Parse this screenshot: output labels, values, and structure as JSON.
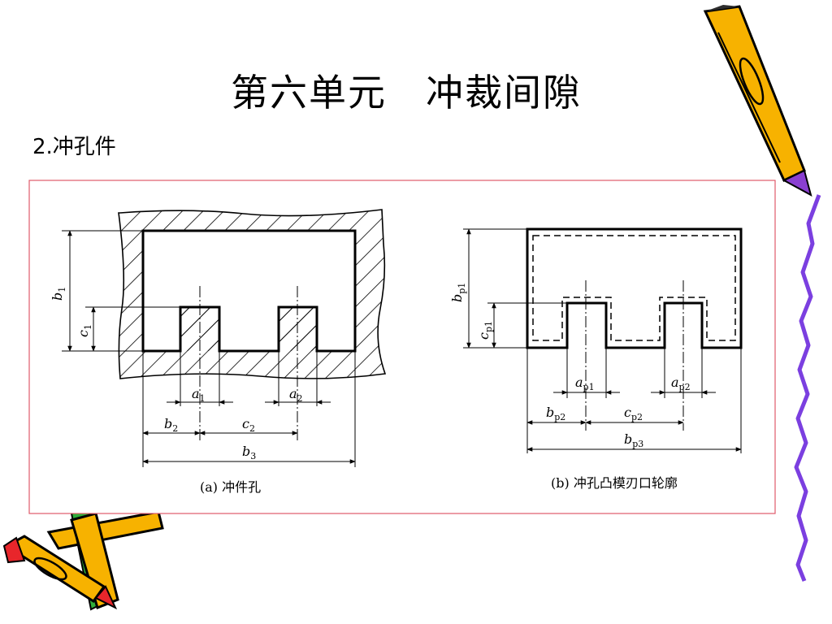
{
  "slide": {
    "title": "第六单元　冲裁间隙",
    "subtitle": "2.冲孔件"
  },
  "figure": {
    "a": {
      "caption": "(a) 冲件孔",
      "dims": {
        "b1": {
          "main": "b",
          "sub": "1"
        },
        "c1": {
          "main": "c",
          "sub": "1"
        },
        "a1": {
          "main": "a",
          "sub": "1"
        },
        "a2": {
          "main": "a",
          "sub": "2"
        },
        "b2": {
          "main": "b",
          "sub": "2"
        },
        "c2": {
          "main": "c",
          "sub": "2"
        },
        "b3": {
          "main": "b",
          "sub": "3"
        }
      }
    },
    "b": {
      "caption": "(b) 冲孔凸模刃口轮廓",
      "dims": {
        "bp1": {
          "main": "b",
          "sub": "p1"
        },
        "cp1": {
          "main": "c",
          "sub": "p1"
        },
        "ap1": {
          "main": "a",
          "sub": "p1"
        },
        "ap2": {
          "main": "a",
          "sub": "p2"
        },
        "bp2": {
          "main": "b",
          "sub": "p2"
        },
        "cp2": {
          "main": "c",
          "sub": "p2"
        },
        "bp3": {
          "main": "b",
          "sub": "p3"
        }
      }
    }
  },
  "colors": {
    "frame": "#e05a6a",
    "pencil_body": "#f7b200",
    "pencil_outline": "#000000",
    "pencil_tip": "#8a3fd1",
    "squiggle": "#7b3fe0",
    "pencil_red": "#e8262b",
    "pencil_green": "#2fae3a"
  },
  "decor_icons": [
    "pencil-top-right-icon",
    "pencils-bottom-left-icon",
    "purple-squiggle-icon"
  ]
}
